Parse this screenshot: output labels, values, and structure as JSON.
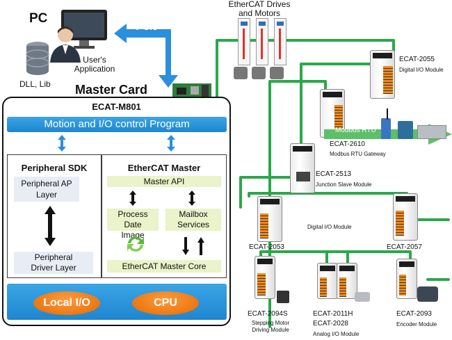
{
  "pc": {
    "title": "PC",
    "users_app": "User's Application",
    "dll_lib": "DLL, Lib"
  },
  "pcie": "PCIe",
  "ethercat_drives": "EtherCAT Drives and Motors",
  "master_card": {
    "title": "Master Card",
    "model": "ECAT-M801",
    "motion_bar": "Motion and I/O control Program",
    "peripheral_sdk": {
      "title": "Peripheral SDK",
      "ap_layer": "Peripheral AP Layer",
      "driver_layer": "Peripheral Driver Layer"
    },
    "ethercat_master": {
      "title": "EtherCAT Master",
      "master_api": "Master API",
      "process_image": "Process Date Image",
      "mailbox": "Mailbox Services",
      "core": "EtherCAT Master Core"
    },
    "local_io": "Local I/O",
    "cpu": "CPU"
  },
  "modules": {
    "ecat2055": {
      "name": "ECAT-2055",
      "desc": "Digital I/O Module"
    },
    "ecat2610": {
      "name": "ECAT-2610",
      "desc": "Modbus RTU Gateway"
    },
    "modbus_rtu": "Modbus RTU",
    "ecat2513": {
      "name": "ECAT-2513",
      "desc": "Junction Slave Module"
    },
    "digital_io": "Digital I/O Module",
    "ecat2053": {
      "name": "ECAT-2053"
    },
    "ecat2057": {
      "name": "ECAT-2057"
    },
    "ecat2094s": {
      "name": "ECAT-2094S",
      "desc": "Stepping Motor Driving Module"
    },
    "ecat2011h": {
      "name": "ECAT-2011H"
    },
    "ecat2028": {
      "name": "ECAT-2028",
      "desc": "Analog I/O Module"
    },
    "ecat2093": {
      "name": "ECAT-2093",
      "desc": "Encoder Module"
    }
  },
  "colors": {
    "ethercat_line": "#2aa84a",
    "accent_blue": "#1f86cf",
    "orange": "#f28a18"
  }
}
